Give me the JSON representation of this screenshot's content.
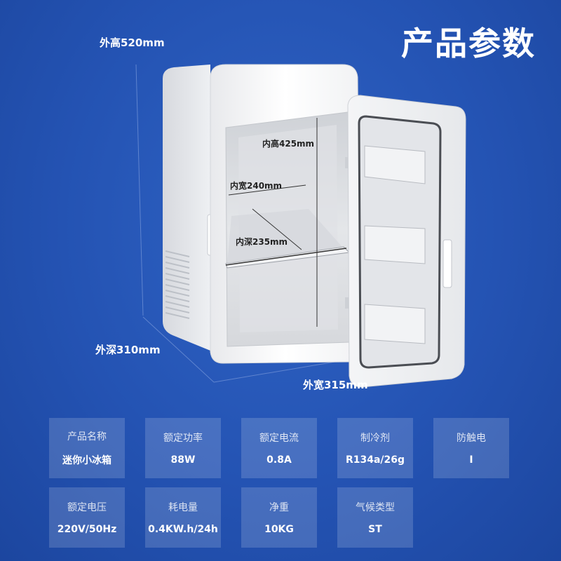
{
  "title": "产品参数",
  "dimensions": {
    "outer_height": "外高520mm",
    "outer_depth": "外深310mm",
    "outer_width": "外宽315mm",
    "inner_height": "内高425mm",
    "inner_width": "内宽240mm",
    "inner_depth": "内深235mm"
  },
  "specs": [
    {
      "label": "产品名称",
      "value": "迷你小冰箱"
    },
    {
      "label": "额定功率",
      "value": "88W"
    },
    {
      "label": "额定电流",
      "value": "0.8A"
    },
    {
      "label": "制冷剂",
      "value": "R134a/26g"
    },
    {
      "label": "防触电",
      "value": "I"
    },
    {
      "label": "额定电压",
      "value": "220V/50Hz"
    },
    {
      "label": "耗电量",
      "value": "0.4KW.h/24h"
    },
    {
      "label": "净重",
      "value": "10KG"
    },
    {
      "label": "气候类型",
      "value": "ST"
    }
  ],
  "colors": {
    "background": "#2453b3",
    "cell_bg": "rgba(255,255,255,0.16)"
  }
}
